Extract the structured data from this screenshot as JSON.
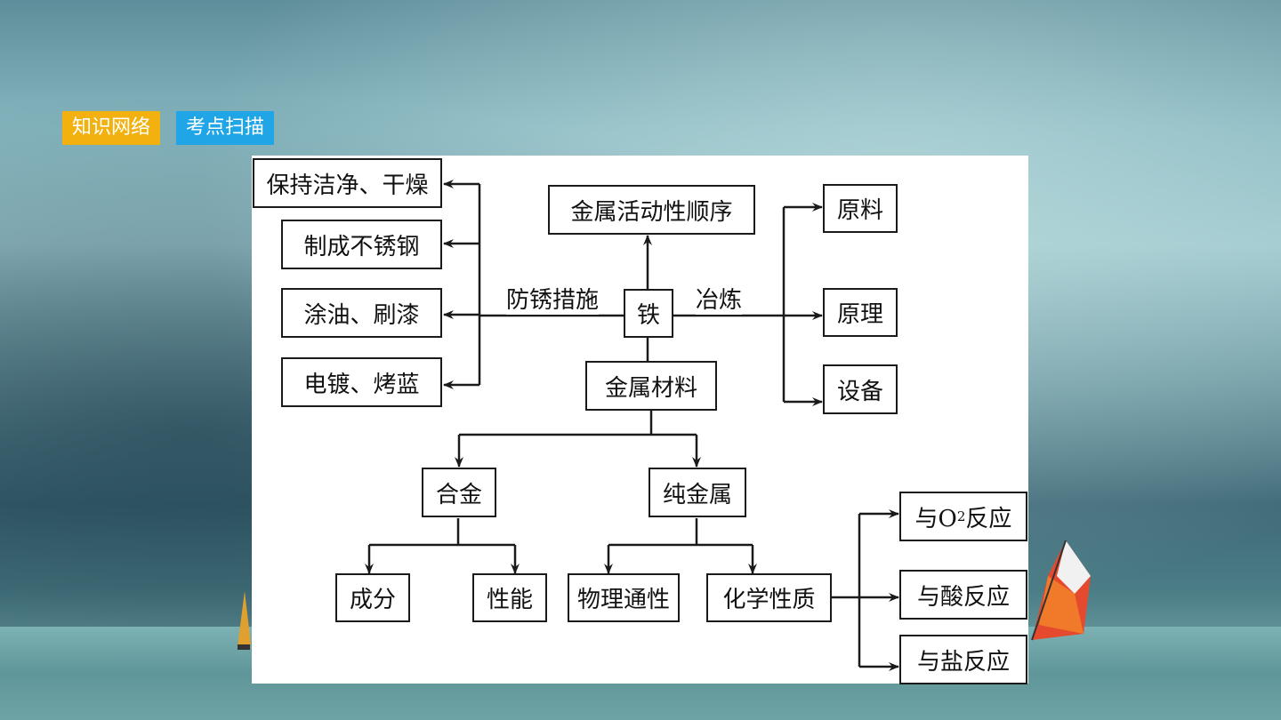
{
  "tags": {
    "knowledge_network": "知识网络",
    "exam_scan": "考点扫描"
  },
  "diagram": {
    "nodes": {
      "keep_clean": "保持洁净、干燥",
      "stainless": "制成不锈钢",
      "oil_paint": "涂油、刷漆",
      "plating": "电镀、烤蓝",
      "activity_order": "金属活动性顺序",
      "iron": "铁",
      "raw_material": "原料",
      "principle": "原理",
      "equipment": "设备",
      "metal_material": "金属材料",
      "alloy": "合金",
      "pure_metal": "纯金属",
      "composition": "成分",
      "performance": "性能",
      "physical": "物理通性",
      "chemical": "化学性质",
      "o2_reaction_prefix": "与O",
      "o2_reaction_sub": "2",
      "o2_reaction_suffix": "反应",
      "acid_reaction": "与酸反应",
      "salt_reaction": "与盐反应"
    },
    "edge_labels": {
      "rust_prevention": "防锈措施",
      "smelting": "冶炼"
    }
  },
  "colors": {
    "tag_yellow": "#f2b10f",
    "tag_blue": "#20a6e6",
    "line": "#1a1a1a"
  }
}
